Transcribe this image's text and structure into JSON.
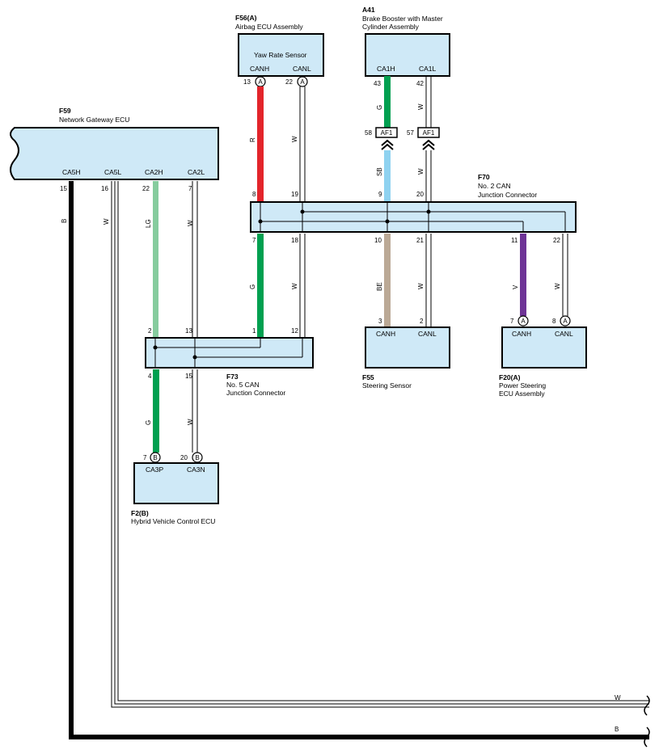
{
  "colors": {
    "box_fill": "#cfe9f7",
    "wire_red": "#e3242b",
    "wire_green": "#00a050",
    "wire_lightgreen": "#86cc9e",
    "wire_skyblue": "#8fd2f0",
    "wire_beige": "#bba996",
    "wire_violet": "#6e3496",
    "wire_black": "#000000",
    "wire_white": "#ffffff"
  },
  "components": {
    "f56": {
      "code": "F56(A)",
      "name": "Airbag ECU Assembly",
      "inner": "Yaw Rate Sensor",
      "term1": "CANH",
      "term2": "CANL",
      "pin1": "13",
      "pin2": "22",
      "conn": "A"
    },
    "a41": {
      "code": "A41",
      "name_line1": "Brake Booster with Master",
      "name_line2": "Cylinder Assembly",
      "term1": "CA1H",
      "term2": "CA1L",
      "pin1": "43",
      "pin2": "42"
    },
    "f59": {
      "code": "F59",
      "name": "Network Gateway ECU",
      "terms": [
        "CA5H",
        "CA5L",
        "CA2H",
        "CA2L"
      ],
      "pins": [
        "15",
        "16",
        "22",
        "7"
      ]
    },
    "f70": {
      "code": "F70",
      "name_line1": "No.  2 CAN",
      "name_line2": "Junction Connector",
      "top_pins": [
        "8",
        "19",
        "9",
        "20"
      ],
      "bottom_pins": [
        "7",
        "18",
        "10",
        "21",
        "11",
        "22"
      ]
    },
    "f73": {
      "code": "F73",
      "name_line1": "No.  5 CAN",
      "name_line2": "Junction Connector",
      "top_pins": [
        "2",
        "13",
        "1",
        "12"
      ],
      "bottom_pins": [
        "4",
        "15"
      ]
    },
    "f55": {
      "code": "F55",
      "name": "Steering Sensor",
      "term1": "CANH",
      "term2": "CANL",
      "pin1": "3",
      "pin2": "2"
    },
    "f20": {
      "code": "F20(A)",
      "name_line1": "Power Steering",
      "name_line2": "ECU Assembly",
      "term1": "CANH",
      "term2": "CANL",
      "pin1": "7",
      "pin2": "8",
      "conn": "A"
    },
    "f2": {
      "code": "F2(B)",
      "name": "Hybrid Vehicle Control ECU",
      "term1": "CA3P",
      "term2": "CA3N",
      "pin1": "7",
      "pin2": "20",
      "conn": "B"
    },
    "af1": {
      "label": "AF1",
      "pin1": "58",
      "pin2": "57"
    }
  },
  "wire_labels": {
    "r": "R",
    "w": "W",
    "g": "G",
    "sb": "SB",
    "lg": "LG",
    "be": "BE",
    "v": "V",
    "b": "B"
  }
}
